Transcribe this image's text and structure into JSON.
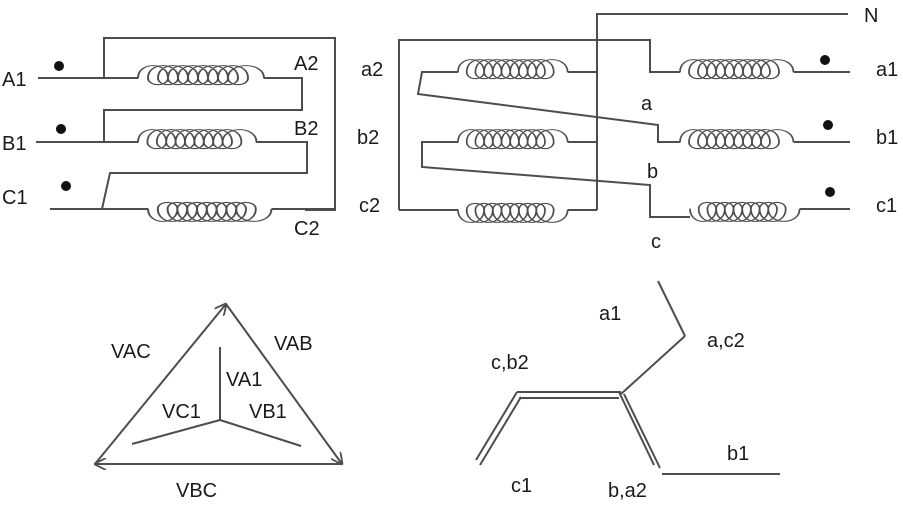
{
  "primary": {
    "terminals": [
      "A1",
      "B1",
      "C1",
      "A2",
      "B2",
      "C2"
    ]
  },
  "secondary": {
    "left_terminals": [
      "a2",
      "b2",
      "c2"
    ],
    "right_terminals": [
      "a1",
      "b1",
      "c1"
    ],
    "inner_labels": [
      "a",
      "b",
      "c"
    ],
    "neutral": "N"
  },
  "primary_phasor": {
    "line_labels": [
      "VAC",
      "VAB",
      "VBC"
    ],
    "phase_labels": [
      "VA1",
      "VC1",
      "VB1"
    ]
  },
  "secondary_phasor": {
    "labels": [
      "a1",
      "a,c2",
      "c,b2",
      "b1",
      "c1",
      "b,a2"
    ]
  },
  "colors": {
    "wire": "#4d4d4f",
    "dot": "#111111",
    "text": "#1a1a1a"
  }
}
